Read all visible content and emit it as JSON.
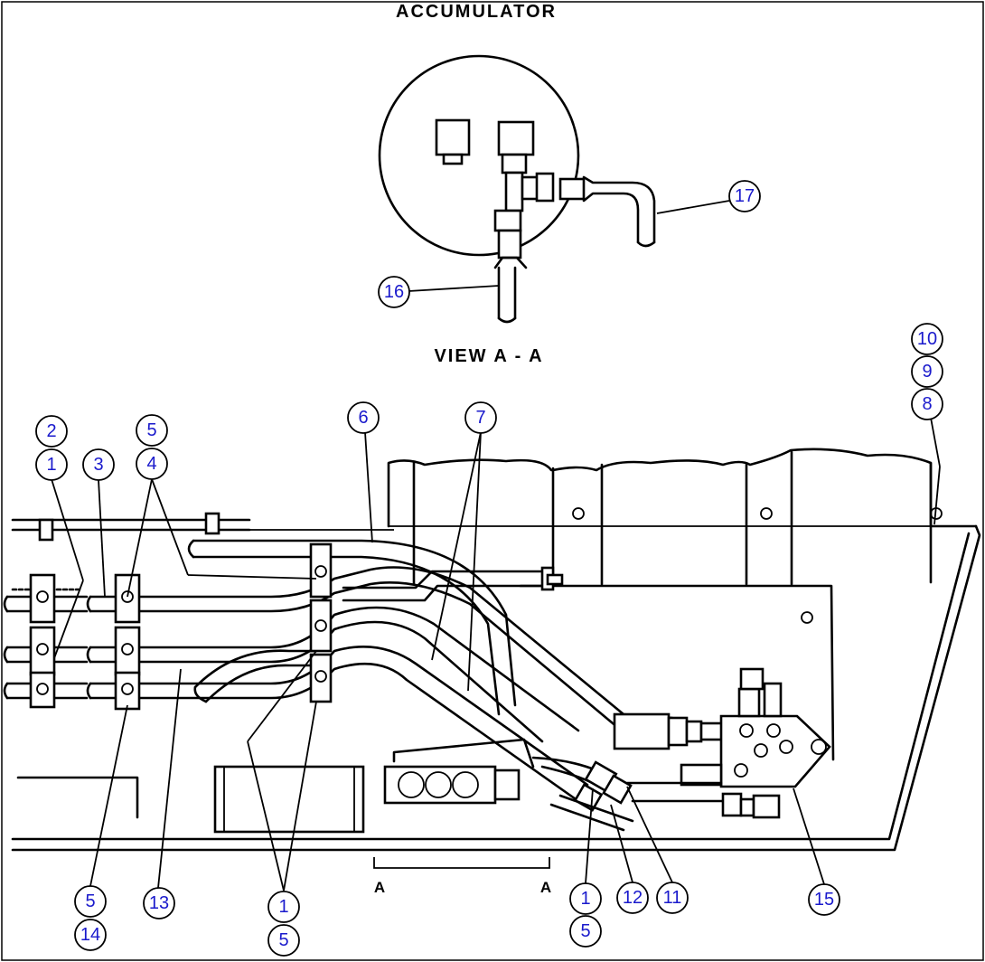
{
  "view": {
    "title": "ACCUMULATOR",
    "caption": "VIEW A - A"
  },
  "section": {
    "label_left": "A",
    "label_right": "A"
  },
  "callouts": {
    "c17": "17",
    "c16": "16",
    "c10": "10",
    "c9": "9",
    "c8": "8",
    "c2": "2",
    "c1a": "1",
    "c3": "3",
    "c5a": "5",
    "c4": "4",
    "c6": "6",
    "c7": "7",
    "c5b": "5",
    "c14": "14",
    "c13": "13",
    "c1b": "1",
    "c5c": "5",
    "c1c": "1",
    "c5d": "5",
    "c12": "12",
    "c11": "11",
    "c15": "15"
  },
  "colors": {
    "callout_text": "#1a1acc",
    "line": "#000000"
  }
}
